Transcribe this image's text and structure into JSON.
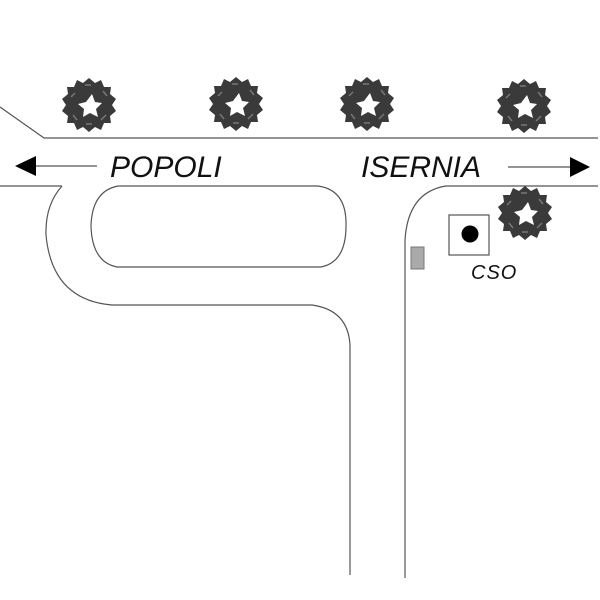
{
  "map": {
    "destinations": {
      "west": {
        "label": "POPOLI",
        "direction": "left",
        "icon": "arrow-left-icon"
      },
      "east": {
        "label": "ISERNIA",
        "direction": "right",
        "icon": "arrow-right-icon"
      }
    },
    "station": {
      "label": "CSO",
      "icon": "station-marker-icon"
    },
    "markers": {
      "gray_box": {
        "color": "#aaaaaa"
      }
    },
    "trees": [
      {
        "id": "tree-1"
      },
      {
        "id": "tree-2"
      },
      {
        "id": "tree-3"
      },
      {
        "id": "tree-4"
      },
      {
        "id": "tree-5"
      }
    ],
    "colors": {
      "road_line": "#555555",
      "tree": "#3a3a3a",
      "marker_fill": "#aaaaaa",
      "text": "#111111"
    }
  }
}
